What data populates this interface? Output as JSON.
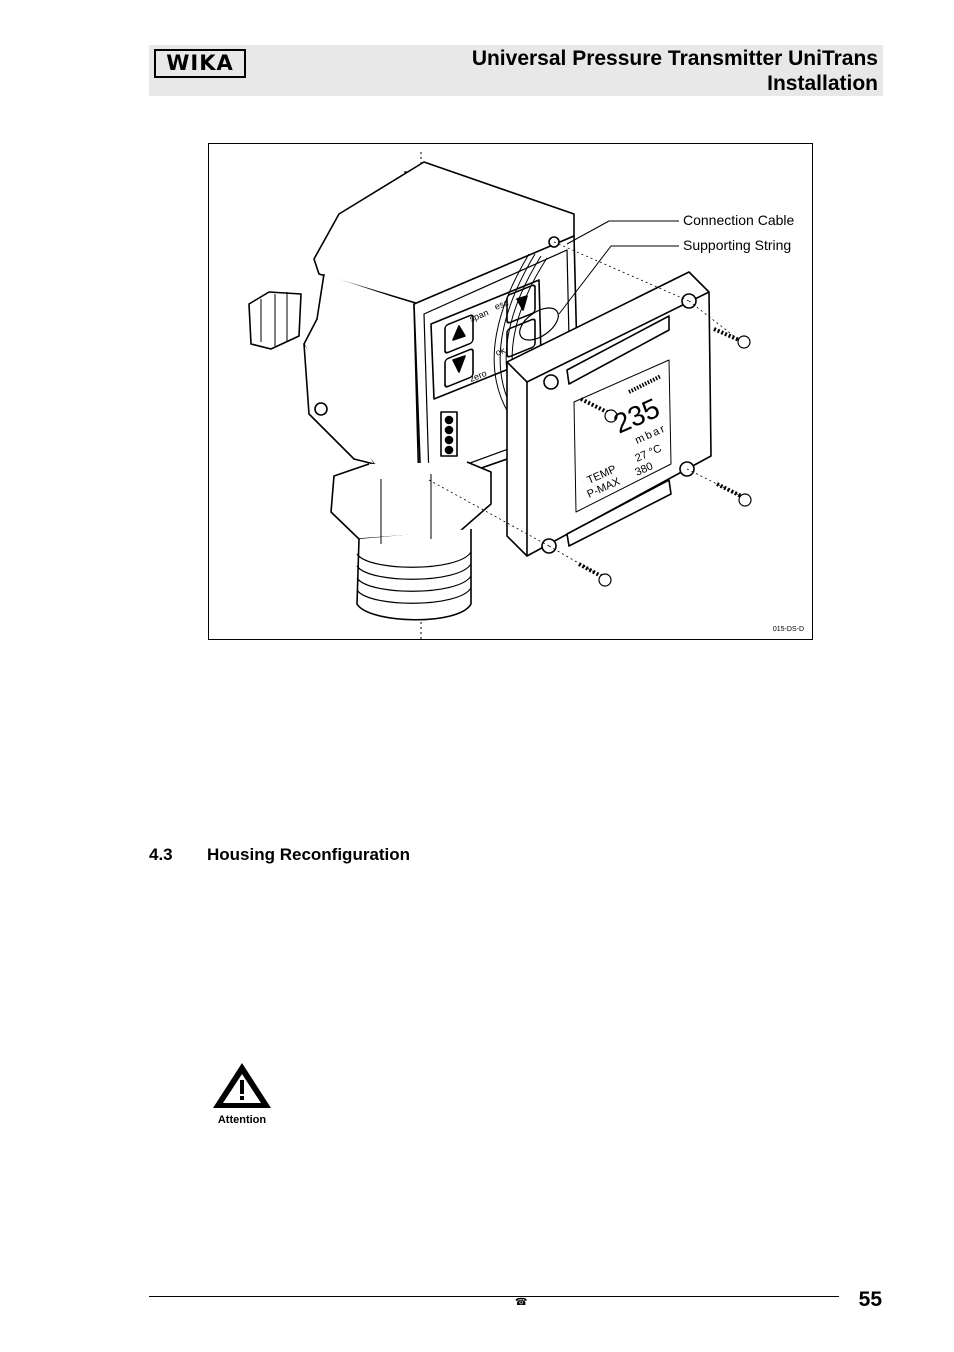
{
  "header": {
    "logo_text": "WIKA",
    "title_line1": "Universal Pressure Transmitter UniTrans",
    "title_line2": "Installation"
  },
  "figure": {
    "callout_cable": "Connection Cable",
    "callout_string": "Supporting String",
    "code": "015-DS-D",
    "keypad": {
      "span": "span",
      "esc": "esc",
      "zero": "zero",
      "ok": "ok"
    },
    "display": {
      "value": "235",
      "unit": "mbar",
      "temp_label": "TEMP",
      "temp_value": "27 °C",
      "pmax_label": "P-MAX",
      "pmax_value": "380"
    }
  },
  "section": {
    "number": "4.3",
    "title": "Housing Reconfiguration"
  },
  "attention": {
    "label": "Attention",
    "icon": "warning-triangle-icon"
  },
  "footer": {
    "icon": "phone-icon",
    "page_number": "55"
  }
}
